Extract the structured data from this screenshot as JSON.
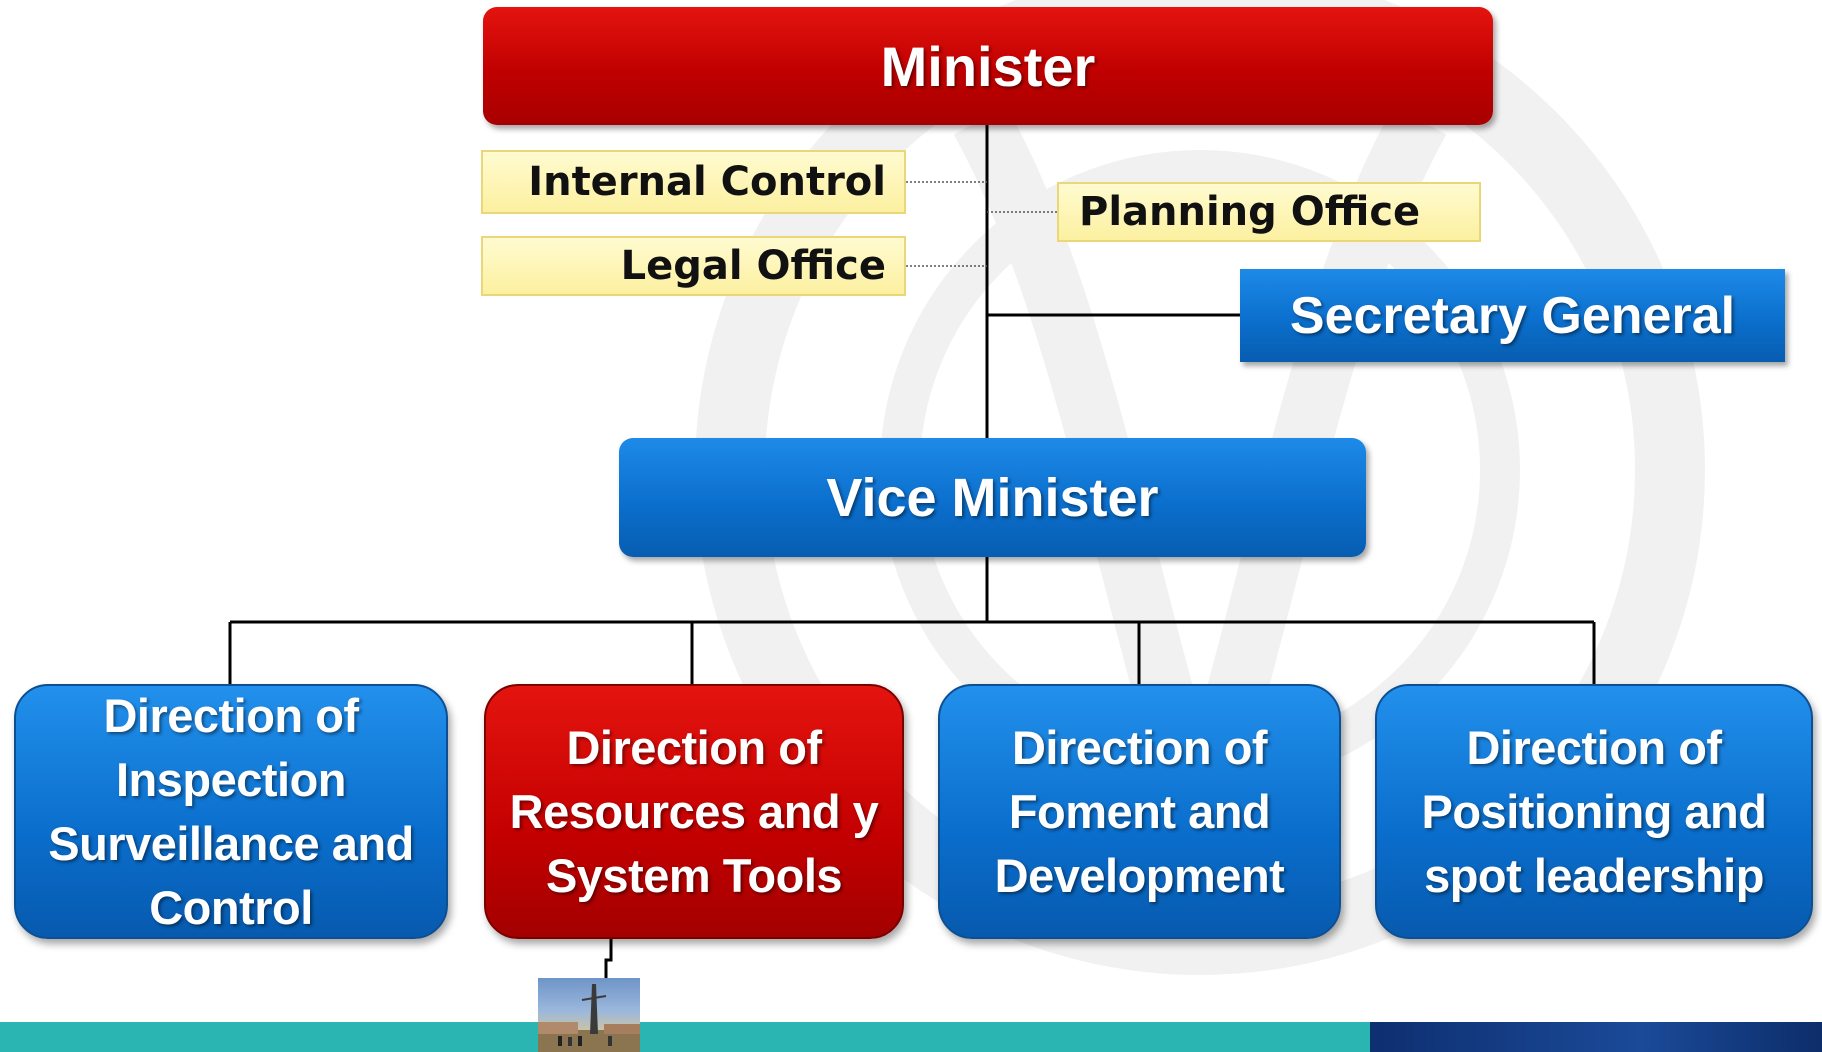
{
  "nodes": {
    "minister": "Minister",
    "internal_control": "Internal Control",
    "legal_office": "Legal Office",
    "planning_office": "Planning Office",
    "secretary_general": "Secretary General",
    "vice_minister": "Vice Minister"
  },
  "directions": [
    {
      "label": "Direction of Inspection Surveillance and Control",
      "color": "blue"
    },
    {
      "label": "Direction of Resources and y System Tools",
      "color": "red"
    },
    {
      "label": "Direction of Foment and Development",
      "color": "blue"
    },
    {
      "label": "Direction of Positioning and spot leadership",
      "color": "blue"
    }
  ],
  "colors": {
    "red": "#c00000",
    "blue": "#0b6fcd",
    "yellow": "#fcf0a0",
    "footer_teal": "#2bb5b2",
    "footer_navy": "#0e2f70"
  }
}
